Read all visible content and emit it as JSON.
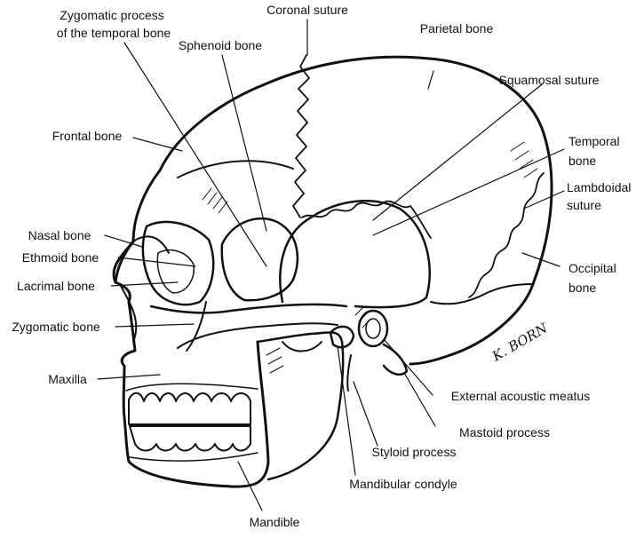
{
  "figure": {
    "signature": "K. BORN",
    "labels": {
      "zygomatic_process": [
        "Zygomatic process",
        "of the temporal bone"
      ],
      "coronal_suture": [
        "Coronal suture"
      ],
      "sphenoid_bone": [
        "Sphenoid bone"
      ],
      "parietal_bone": [
        "Parietal bone"
      ],
      "squamosal_suture": [
        "Squamosal suture"
      ],
      "frontal_bone": [
        "Frontal bone"
      ],
      "temporal_bone": [
        "Temporal",
        "bone"
      ],
      "lambdoidal_suture": [
        "Lambdoidal",
        "suture"
      ],
      "nasal_bone": [
        "Nasal bone"
      ],
      "ethmoid_bone": [
        "Ethmoid bone"
      ],
      "lacrimal_bone": [
        "Lacrimal bone"
      ],
      "occipital_bone": [
        "Occipital",
        "bone"
      ],
      "zygomatic_bone": [
        "Zygomatic bone"
      ],
      "maxilla": [
        "Maxilla"
      ],
      "external_acoustic_meatus": [
        "External acoustic meatus"
      ],
      "mastoid_process": [
        "Mastoid process"
      ],
      "styloid_process": [
        "Styloid process"
      ],
      "mandibular_condyle": [
        "Mandibular condyle"
      ],
      "mandible": [
        "Mandible"
      ]
    }
  }
}
